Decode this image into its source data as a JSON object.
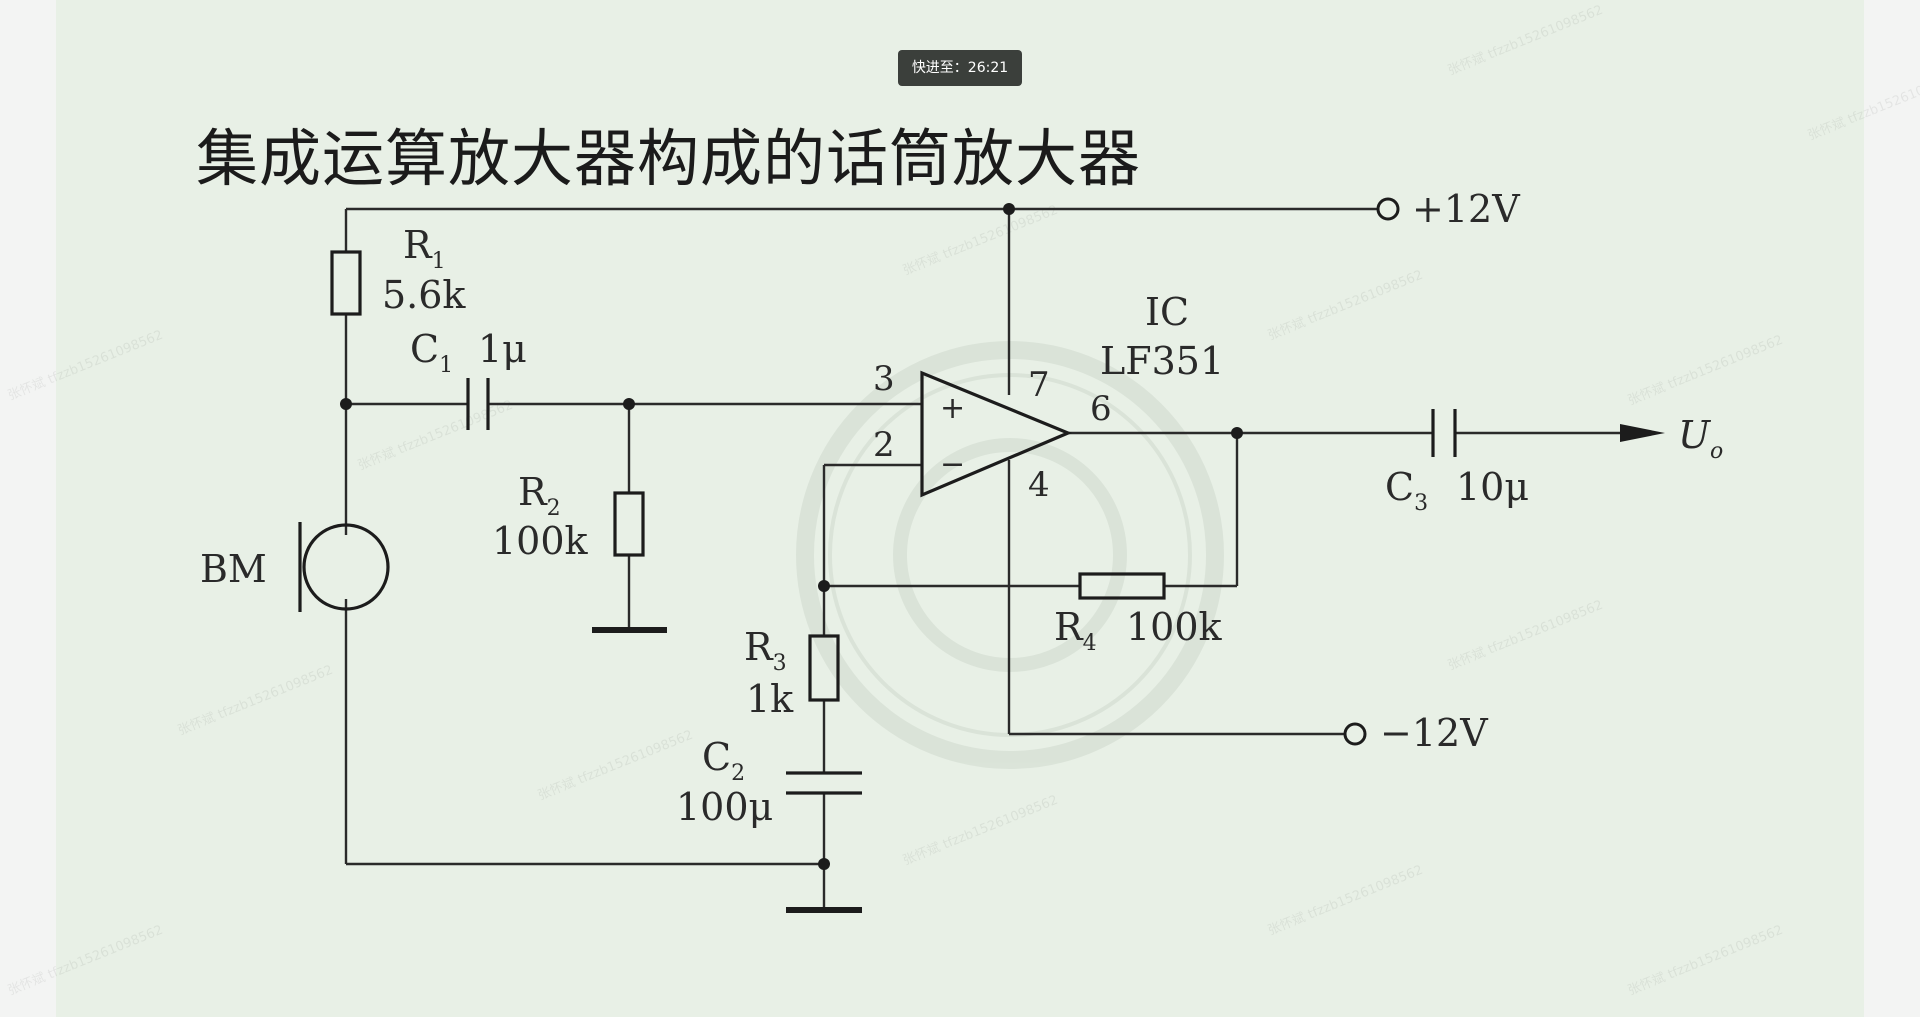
{
  "seek_badge": "快进至：26:21",
  "title": "集成运算放大器构成的话筒放大器",
  "labels": {
    "r1_name": "R",
    "r1_sub": "1",
    "r1_value": "5.6k",
    "c1_name": "C",
    "c1_sub": "1",
    "c1_value": "1μ",
    "r2_name": "R",
    "r2_sub": "2",
    "r2_value": "100k",
    "bm": "BM",
    "r3_name": "R",
    "r3_sub": "3",
    "r3_value": "1k",
    "c2_name": "C",
    "c2_sub": "2",
    "c2_value": "100μ",
    "r4_name": "R",
    "r4_sub": "4",
    "r4_value": "100k",
    "ic_name": "IC",
    "ic_part": "LF351",
    "c3_name": "C",
    "c3_sub": "3",
    "c3_value": "10μ",
    "uo_name": "U",
    "uo_sub": "o",
    "vpos": "+12V",
    "vneg": "−12V",
    "pin3": "3",
    "pin2": "2",
    "pin7": "7",
    "pin6": "6",
    "pin4": "4",
    "plus": "+",
    "minus": "−"
  },
  "watermark_text": "张怀斌 tfzzb15261098562"
}
